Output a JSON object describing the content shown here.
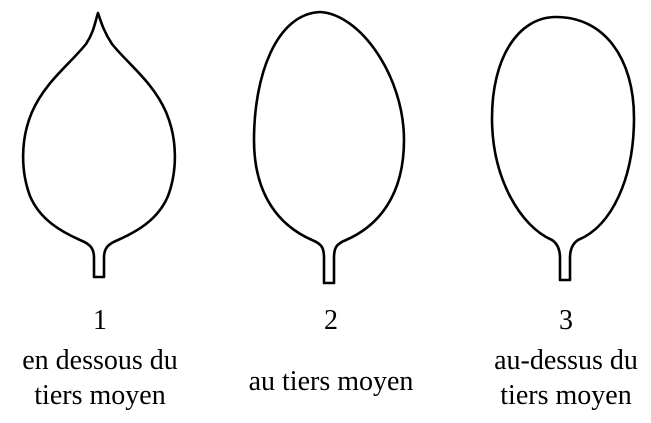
{
  "figure": {
    "stroke_color": "#000000",
    "leaves": [
      {
        "number": "1",
        "caption_line1": "en dessous du",
        "caption_line2": "tiers moyen"
      },
      {
        "number": "2",
        "caption_line1": "au tiers moyen",
        "caption_line2": ""
      },
      {
        "number": "3",
        "caption_line1": "au-dessus du",
        "caption_line2": "tiers moyen"
      }
    ]
  }
}
